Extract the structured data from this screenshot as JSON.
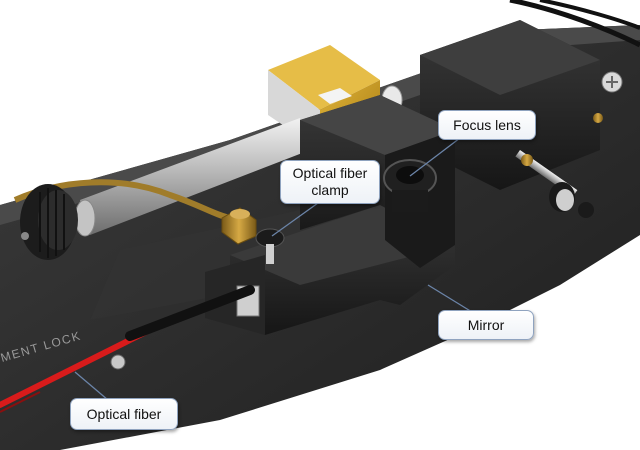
{
  "labels": {
    "focus_lens": "Focus lens",
    "fiber_clamp_line1": "Optical fiber",
    "fiber_clamp_line2": "clamp",
    "mirror": "Mirror",
    "optical_fiber": "Optical fiber",
    "base_engraving": "MENT LOCK"
  },
  "colors": {
    "callout_border": "#8fa3bf",
    "leader_line": "#6b84a8",
    "base_dark": "#2a2a2a",
    "block_black": "#1c1c1c",
    "gold_block": "#c89a1e",
    "fiber_red": "#d81b1b",
    "brass": "#b8892c"
  }
}
